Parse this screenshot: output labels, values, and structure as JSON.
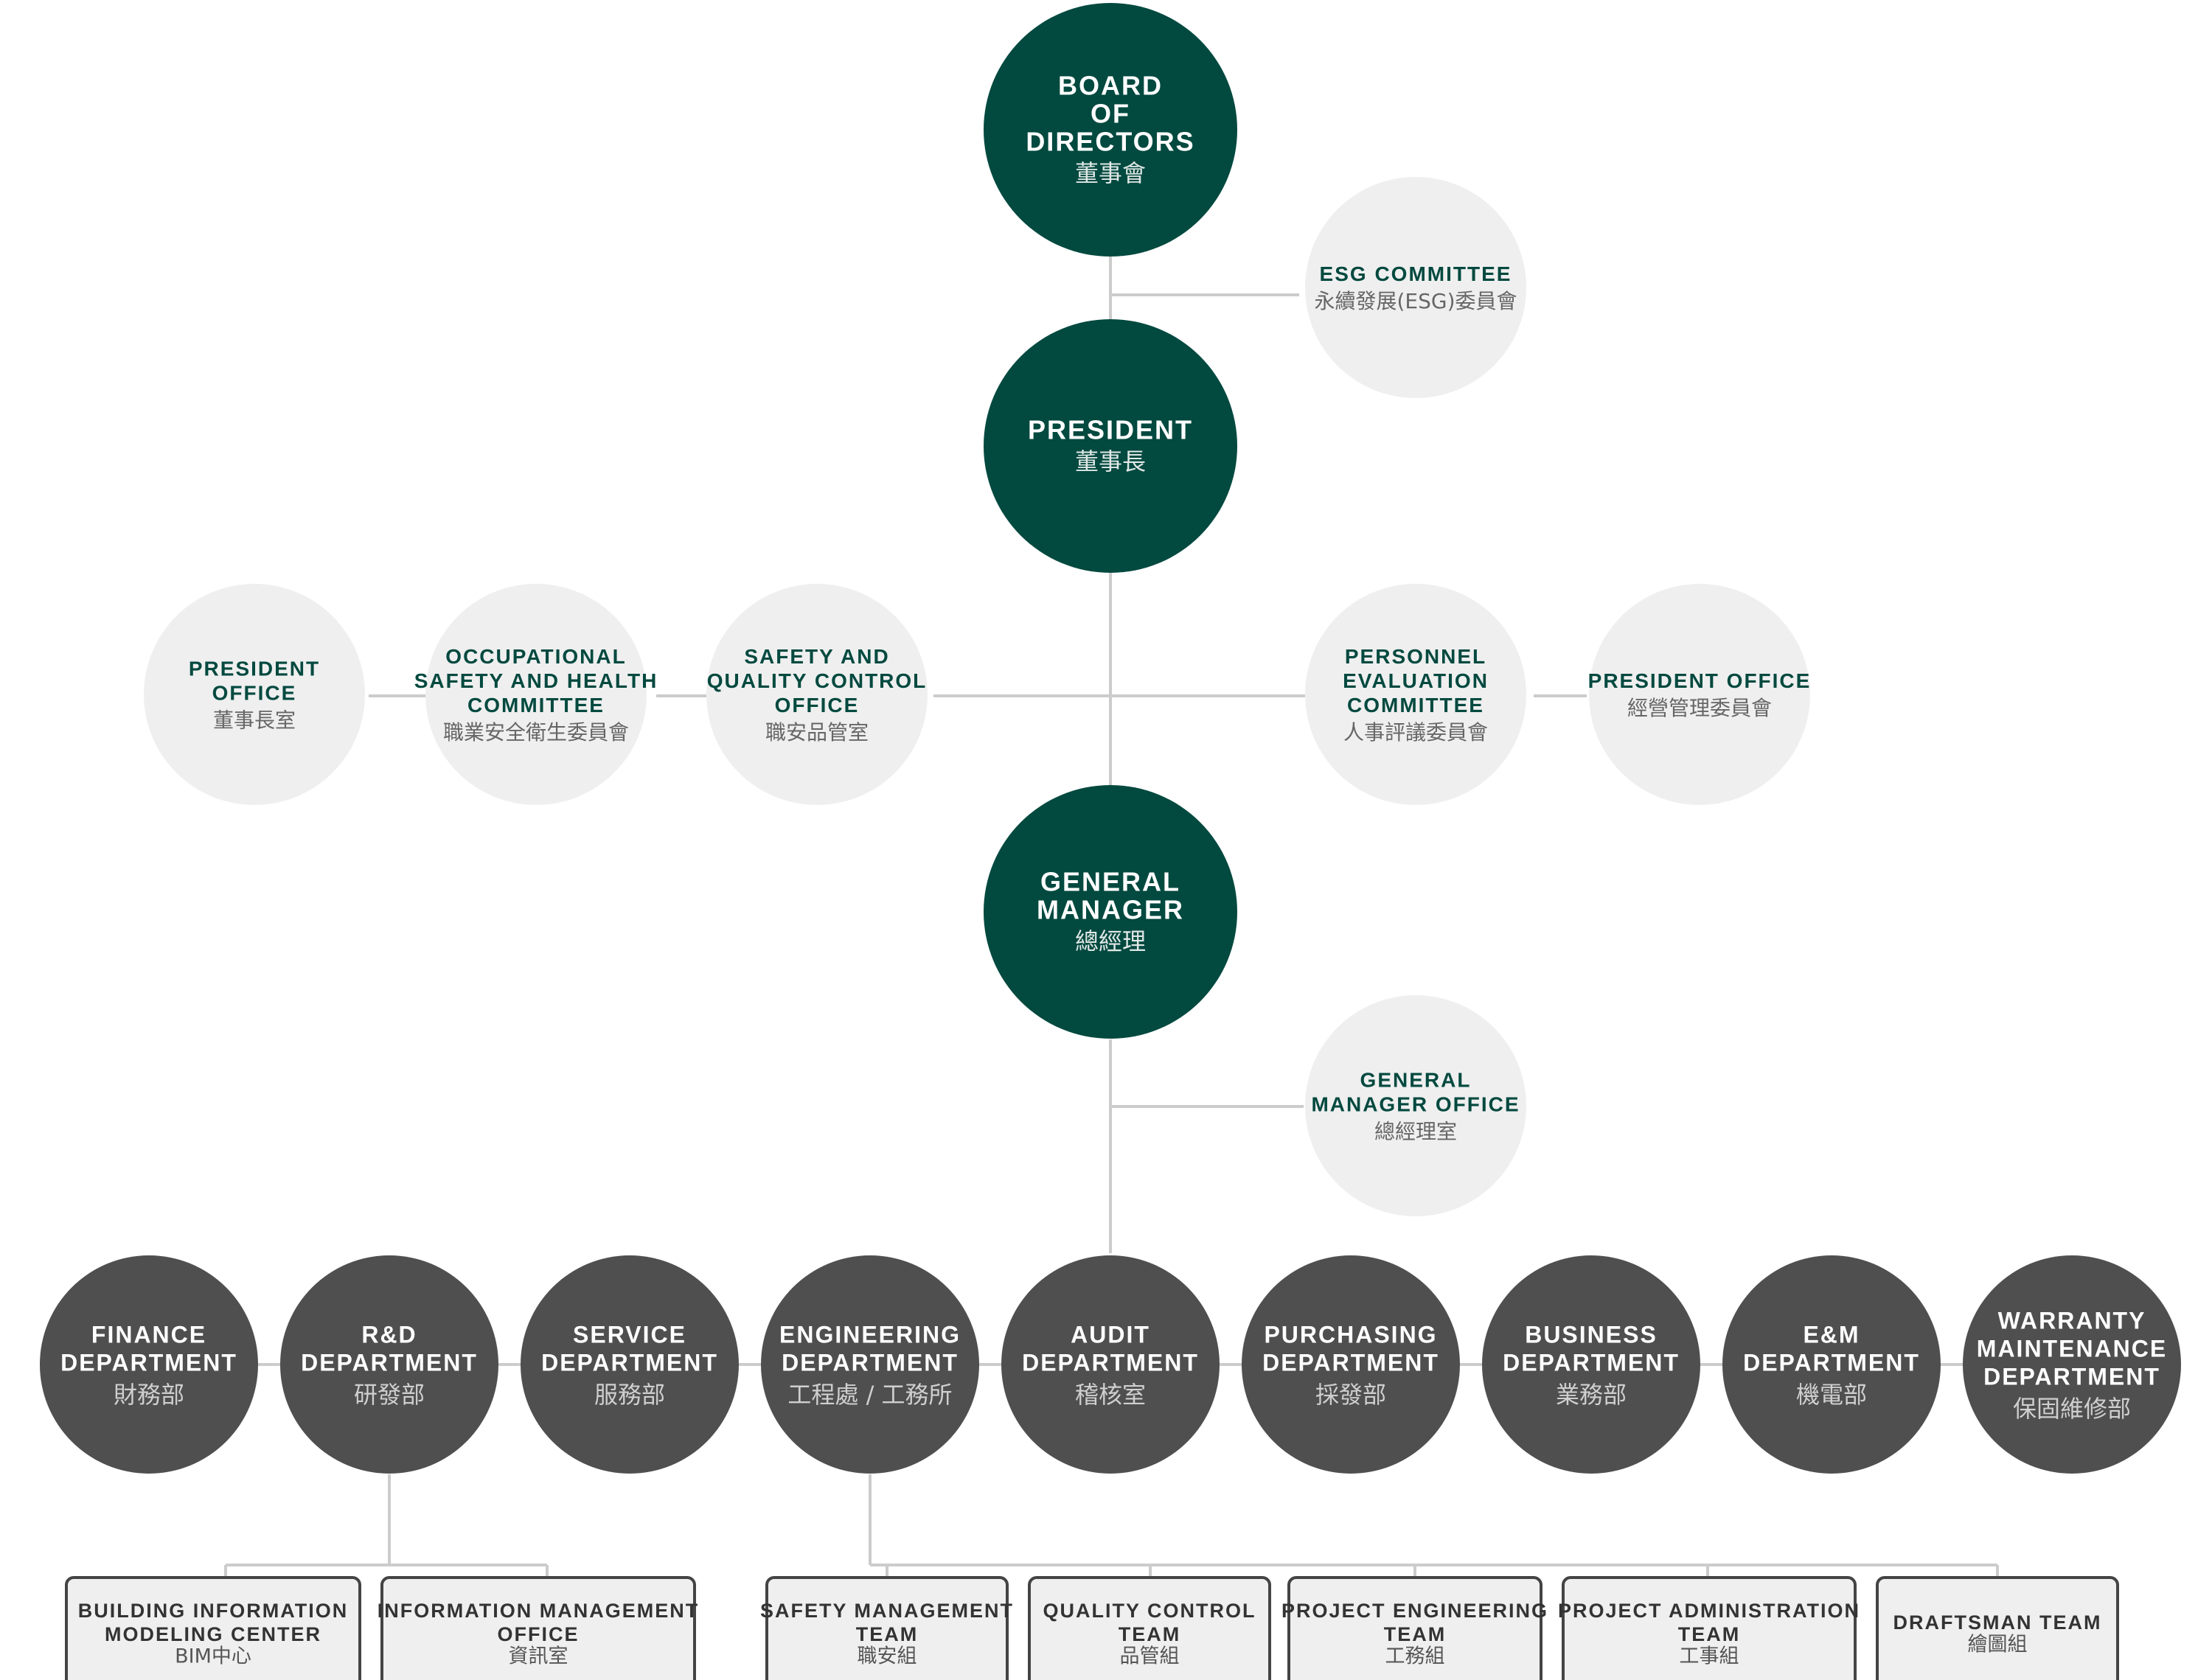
{
  "colors": {
    "primary": "#02493f",
    "secondary_bg": "#efefef",
    "secondary_text": "#02493f",
    "subtext_gray": "#666666",
    "department_bg": "#4f4f4f",
    "department_sub": "#cfcfcf",
    "team_border": "#444444",
    "connector": "#cccccc"
  },
  "board": {
    "lines": [
      "BOARD",
      "OF",
      "DIRECTORS"
    ],
    "sub": "董事會"
  },
  "esg_committee": {
    "lines": [
      "ESG COMMITTEE"
    ],
    "sub": "永續發展(ESG)委員會"
  },
  "president": {
    "lines": [
      "PRESIDENT"
    ],
    "sub": "董事長"
  },
  "president_office_left": {
    "lines": [
      "PRESIDENT",
      "OFFICE"
    ],
    "sub": "董事長室"
  },
  "osh_committee": {
    "lines": [
      "OCCUPATIONAL",
      "SAFETY AND HEALTH",
      "COMMITTEE"
    ],
    "sub": "職業安全衛生委員會"
  },
  "safety_quality_office": {
    "lines": [
      "SAFETY AND",
      "QUALITY CONTROL",
      "OFFICE"
    ],
    "sub": "職安品管室"
  },
  "personnel_committee": {
    "lines": [
      "PERSONNEL",
      "EVALUATION",
      "COMMITTEE"
    ],
    "sub": "人事評議委員會"
  },
  "president_office_right": {
    "lines": [
      "PRESIDENT OFFICE"
    ],
    "sub": "經營管理委員會"
  },
  "general_manager": {
    "lines": [
      "GENERAL",
      "MANAGER"
    ],
    "sub": "總經理"
  },
  "gm_office": {
    "lines": [
      "GENERAL",
      "MANAGER OFFICE"
    ],
    "sub": "總經理室"
  },
  "departments": [
    {
      "lines": [
        "FINANCE",
        "DEPARTMENT"
      ],
      "sub": "財務部"
    },
    {
      "lines": [
        "R&D",
        "DEPARTMENT"
      ],
      "sub": "研發部"
    },
    {
      "lines": [
        "SERVICE",
        "DEPARTMENT"
      ],
      "sub": "服務部"
    },
    {
      "lines": [
        "ENGINEERING",
        "DEPARTMENT"
      ],
      "sub": "工程處 / 工務所"
    },
    {
      "lines": [
        "AUDIT",
        "DEPARTMENT"
      ],
      "sub": "稽核室"
    },
    {
      "lines": [
        "PURCHASING",
        "DEPARTMENT"
      ],
      "sub": "採發部"
    },
    {
      "lines": [
        "BUSINESS",
        "DEPARTMENT"
      ],
      "sub": "業務部"
    },
    {
      "lines": [
        "E&M",
        "DEPARTMENT"
      ],
      "sub": "機電部"
    },
    {
      "lines": [
        "WARRANTY",
        "MAINTENANCE",
        "DEPARTMENT"
      ],
      "sub": "保固維修部"
    }
  ],
  "rd_teams": [
    {
      "lines": [
        "BUILDING INFORMATION",
        "MODELING CENTER"
      ],
      "sub": "BIM中心"
    },
    {
      "lines": [
        "INFORMATION MANAGEMENT",
        "OFFICE"
      ],
      "sub": "資訊室"
    }
  ],
  "engineering_teams": [
    {
      "lines": [
        "SAFETY MANAGEMENT",
        "TEAM"
      ],
      "sub": "職安組"
    },
    {
      "lines": [
        "QUALITY CONTROL",
        "TEAM"
      ],
      "sub": "品管組"
    },
    {
      "lines": [
        "PROJECT ENGINEERING",
        "TEAM"
      ],
      "sub": "工務組"
    },
    {
      "lines": [
        "PROJECT ADMINISTRATION",
        "TEAM"
      ],
      "sub": "工事組"
    },
    {
      "lines": [
        "DRAFTSMAN TEAM"
      ],
      "sub": "繪圖組"
    }
  ]
}
